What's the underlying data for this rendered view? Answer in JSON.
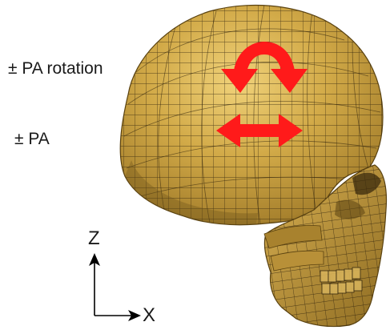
{
  "labels": {
    "rotation": "± PA rotation",
    "translation": "± PA",
    "axis_z": "Z",
    "axis_x": "X"
  },
  "colors": {
    "skull_fill": "#c8a040",
    "skull_highlight": "#e8c868",
    "skull_shadow": "#8a6a1e",
    "mesh_line": "#2a1e0a",
    "arrow_red": "#ff1a1a",
    "axis_black": "#000000",
    "background": "#ffffff"
  },
  "icons": {
    "rotation_arrow": "curved-double-arrow-icon",
    "translation_arrow": "horizontal-double-arrow-icon",
    "axis_z_arrow": "arrow-up-icon",
    "axis_x_arrow": "arrow-right-icon"
  }
}
